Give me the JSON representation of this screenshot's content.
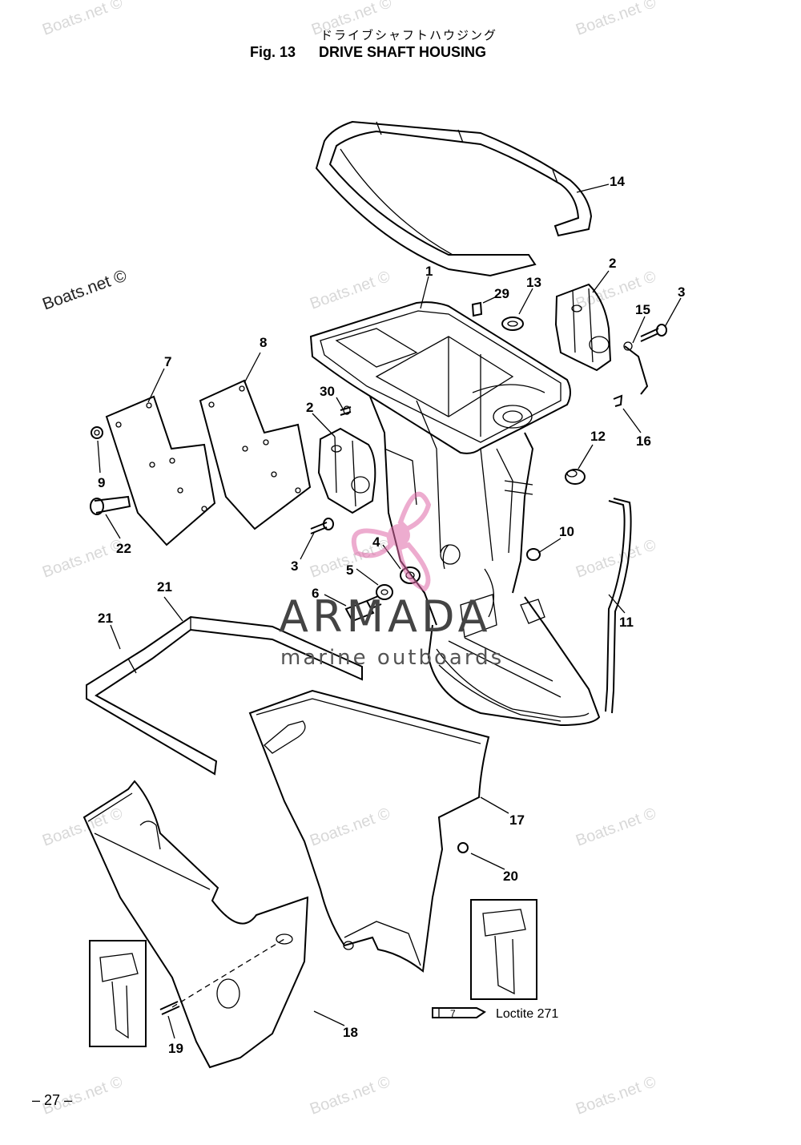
{
  "header": {
    "title_jp": "ドライブシャフトハウジング",
    "fig_no": "Fig. 13",
    "fig_title": "DRIVE SHAFT HOUSING"
  },
  "callouts": [
    {
      "label": "14"
    },
    {
      "label": "1"
    },
    {
      "label": "2"
    },
    {
      "label": "13"
    },
    {
      "label": "29"
    },
    {
      "label": "3"
    },
    {
      "label": "15"
    },
    {
      "label": "7"
    },
    {
      "label": "8"
    },
    {
      "label": "30"
    },
    {
      "label": "2"
    },
    {
      "label": "16"
    },
    {
      "label": "12"
    },
    {
      "label": "9"
    },
    {
      "label": "22"
    },
    {
      "label": "10"
    },
    {
      "label": "4"
    },
    {
      "label": "3"
    },
    {
      "label": "5"
    },
    {
      "label": "21"
    },
    {
      "label": "6"
    },
    {
      "label": "21"
    },
    {
      "label": "11"
    },
    {
      "label": "17"
    },
    {
      "label": "20"
    },
    {
      "label": "18"
    },
    {
      "label": "19"
    }
  ],
  "watermarks": {
    "site": "Boats.net ©",
    "brand": "ARMADA",
    "brand_sub": "marine outboards"
  },
  "loctite": {
    "tube_number": "7",
    "label": "Loctite 271"
  },
  "page_number": "– 27 –"
}
